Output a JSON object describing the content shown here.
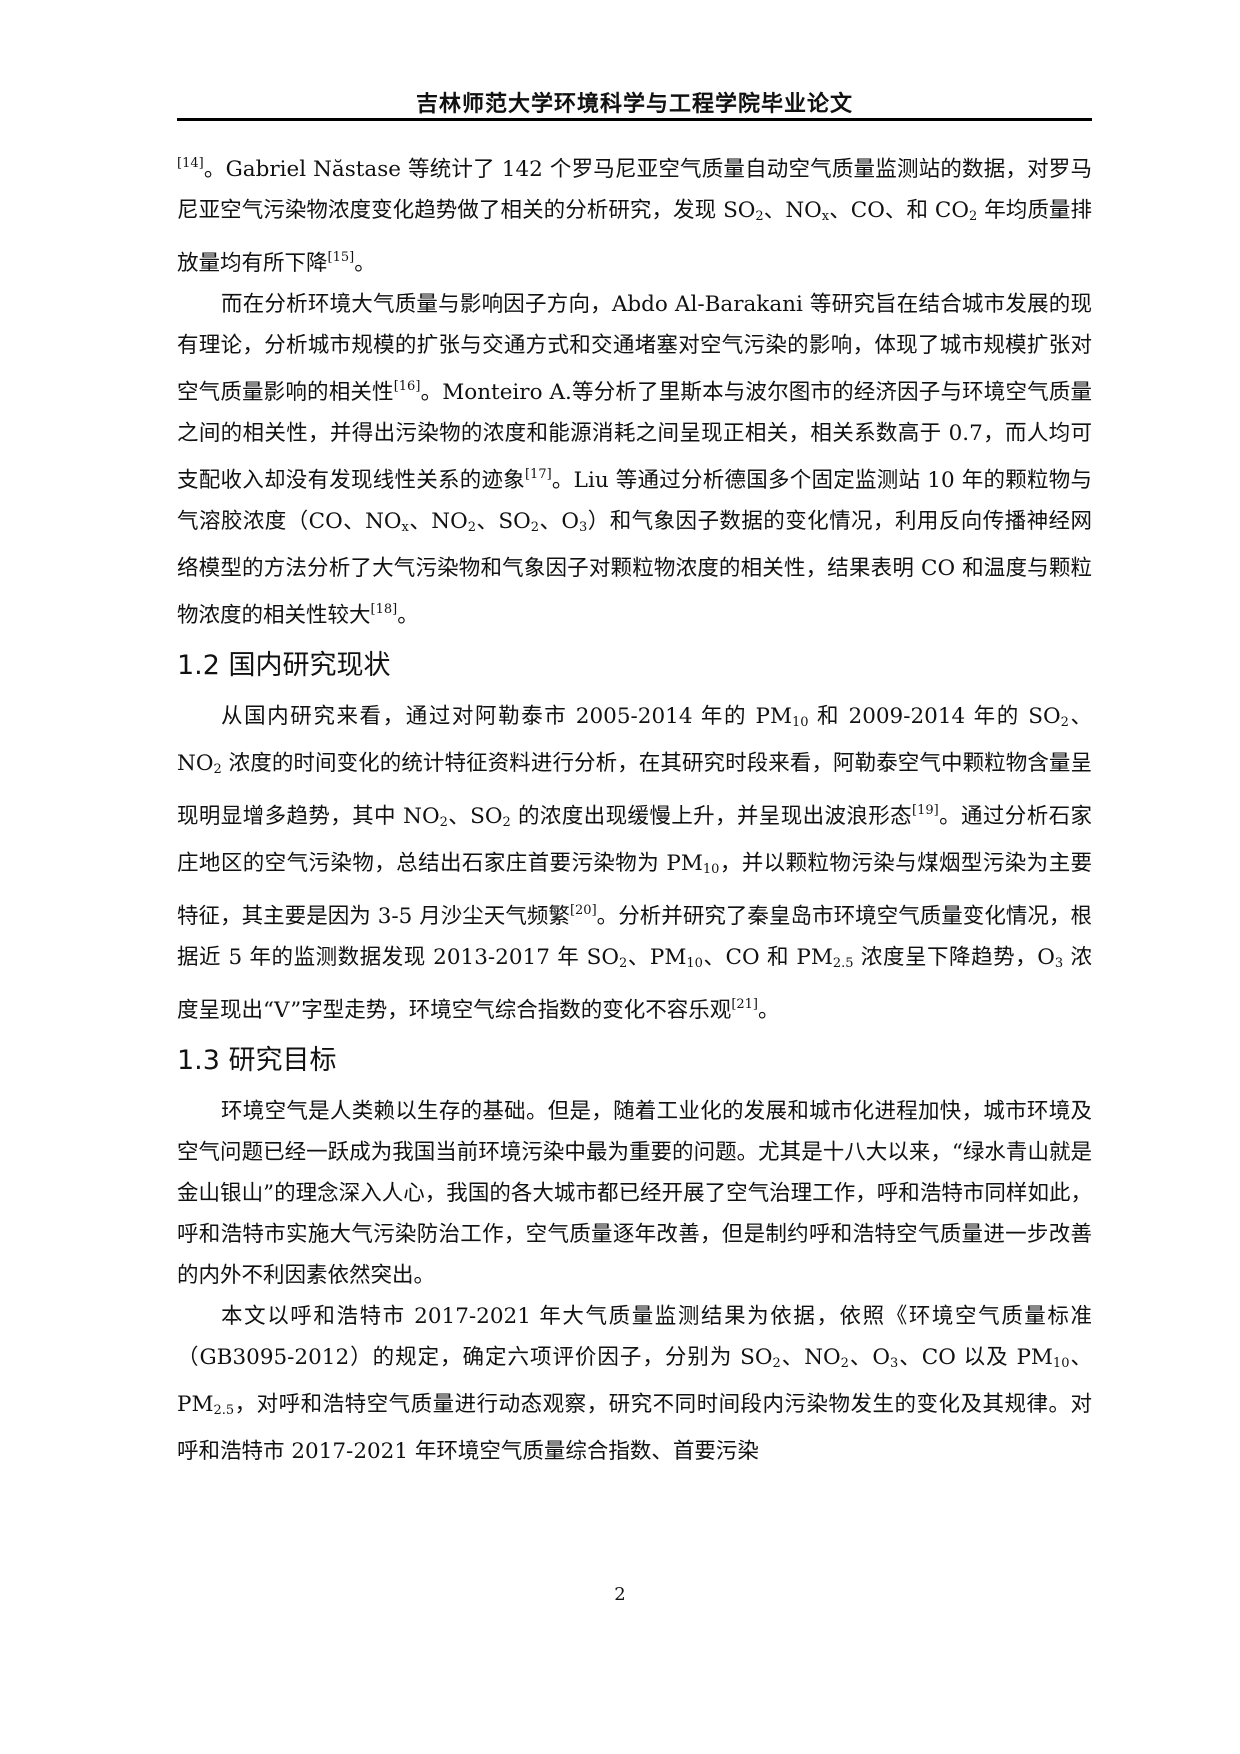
{
  "header": {
    "title": "吉林师范大学环境科学与工程学院毕业论文"
  },
  "paragraphs": [
    {
      "id": "p1",
      "indent": false,
      "segments": [
        {
          "t": "sup",
          "v": "[14]"
        },
        {
          "t": "text",
          "v": "。Gabriel Năstase 等统计了 142 个罗马尼亚空气质量自动空气质量监测站的数据，对罗马尼亚空气污染物浓度变化趋势做了相关的分析研究，发现 SO"
        },
        {
          "t": "sub",
          "v": "2"
        },
        {
          "t": "text",
          "v": "、NO"
        },
        {
          "t": "sub",
          "v": "x"
        },
        {
          "t": "text",
          "v": "、CO、和 CO"
        },
        {
          "t": "sub",
          "v": "2"
        },
        {
          "t": "text",
          "v": " 年均质量排放量均有所下降"
        },
        {
          "t": "sup",
          "v": "[15]"
        },
        {
          "t": "text",
          "v": "。"
        }
      ]
    },
    {
      "id": "p2",
      "indent": true,
      "segments": [
        {
          "t": "text",
          "v": "而在分析环境大气质量与影响因子方向，Abdo Al-Barakani 等研究旨在结合城市发展的现有理论，分析城市规模的扩张与交通方式和交通堵塞对空气污染的影响，体现了城市规模扩张对空气质量影响的相关性"
        },
        {
          "t": "sup",
          "v": "[16]"
        },
        {
          "t": "text",
          "v": "。Monteiro A.等分析了里斯本与波尔图市的经济因子与环境空气质量之间的相关性，并得出污染物的浓度和能源消耗之间呈现正相关，相关系数高于 0.7，而人均可支配收入却没有发现线性关系的迹象"
        },
        {
          "t": "sup",
          "v": "[17]"
        },
        {
          "t": "text",
          "v": "。Liu 等通过分析德国多个固定监测站 10 年的颗粒物与气溶胶浓度（CO、NO"
        },
        {
          "t": "sub",
          "v": "x"
        },
        {
          "t": "text",
          "v": "、NO"
        },
        {
          "t": "sub",
          "v": "2"
        },
        {
          "t": "text",
          "v": "、SO"
        },
        {
          "t": "sub",
          "v": "2"
        },
        {
          "t": "text",
          "v": "、O"
        },
        {
          "t": "sub",
          "v": "3"
        },
        {
          "t": "text",
          "v": "）和气象因子数据的变化情况，利用反向传播神经网络模型的方法分析了大气污染物和气象因子对颗粒物浓度的相关性，结果表明 CO 和温度与颗粒物浓度的相关性较大"
        },
        {
          "t": "sup",
          "v": "[18]"
        },
        {
          "t": "text",
          "v": "。"
        }
      ]
    }
  ],
  "sections": [
    {
      "heading": "1.2 国内研究现状",
      "paragraphs": [
        {
          "id": "p3",
          "indent": true,
          "segments": [
            {
              "t": "text",
              "v": "从国内研究来看，通过对阿勒泰市 2005-2014 年的 PM"
            },
            {
              "t": "sub",
              "v": "10"
            },
            {
              "t": "text",
              "v": " 和 2009-2014 年的 SO"
            },
            {
              "t": "sub",
              "v": "2"
            },
            {
              "t": "text",
              "v": "、NO"
            },
            {
              "t": "sub",
              "v": "2"
            },
            {
              "t": "text",
              "v": " 浓度的时间变化的统计特征资料进行分析，在其研究时段来看，阿勒泰空气中颗粒物含量呈现明显增多趋势，其中 NO"
            },
            {
              "t": "sub",
              "v": "2"
            },
            {
              "t": "text",
              "v": "、SO"
            },
            {
              "t": "sub",
              "v": "2"
            },
            {
              "t": "text",
              "v": " 的浓度出现缓慢上升，并呈现出波浪形态"
            },
            {
              "t": "sup",
              "v": "[19]"
            },
            {
              "t": "text",
              "v": "。通过分析石家庄地区的空气污染物，总结出石家庄首要污染物为 PM"
            },
            {
              "t": "sub",
              "v": "10"
            },
            {
              "t": "text",
              "v": "，并以颗粒物污染与煤烟型污染为主要特征，其主要是因为 3-5 月沙尘天气频繁"
            },
            {
              "t": "sup",
              "v": "[20]"
            },
            {
              "t": "text",
              "v": "。分析并研究了秦皇岛市环境空气质量变化情况，根据近 5 年的监测数据发现 2013-2017 年 SO"
            },
            {
              "t": "sub",
              "v": "2"
            },
            {
              "t": "text",
              "v": "、PM"
            },
            {
              "t": "sub",
              "v": "10"
            },
            {
              "t": "text",
              "v": "、CO 和 PM"
            },
            {
              "t": "sub",
              "v": "2.5"
            },
            {
              "t": "text",
              "v": " 浓度呈下降趋势，O"
            },
            {
              "t": "sub",
              "v": "3"
            },
            {
              "t": "text",
              "v": " 浓度呈现出“V”字型走势，环境空气综合指数的变化不容乐观"
            },
            {
              "t": "sup",
              "v": "[21]"
            },
            {
              "t": "text",
              "v": "。"
            }
          ]
        }
      ]
    },
    {
      "heading": "1.3 研究目标",
      "paragraphs": [
        {
          "id": "p4",
          "indent": true,
          "segments": [
            {
              "t": "text",
              "v": "环境空气是人类赖以生存的基础。但是，随着工业化的发展和城市化进程加快，城市环境及空气问题已经一跃成为我国当前环境污染中最为重要的问题。尤其是十八大以来，“绿水青山就是金山银山”的理念深入人心，我国的各大城市都已经开展了空气治理工作，呼和浩特市同样如此，呼和浩特市实施大气污染防治工作，空气质量逐年改善，但是制约呼和浩特空气质量进一步改善的内外不利因素依然突出。"
            }
          ]
        },
        {
          "id": "p5",
          "indent": true,
          "segments": [
            {
              "t": "text",
              "v": "本文以呼和浩特市 2017-2021 年大气质量监测结果为依据，依照《环境空气质量标准（GB3095-2012）的规定，确定六项评价因子，分别为 SO"
            },
            {
              "t": "sub",
              "v": "2"
            },
            {
              "t": "text",
              "v": "、NO"
            },
            {
              "t": "sub",
              "v": "2"
            },
            {
              "t": "text",
              "v": "、O"
            },
            {
              "t": "sub",
              "v": "3"
            },
            {
              "t": "text",
              "v": "、CO 以及 PM"
            },
            {
              "t": "sub",
              "v": "10"
            },
            {
              "t": "text",
              "v": "、PM"
            },
            {
              "t": "sub",
              "v": "2.5"
            },
            {
              "t": "text",
              "v": "，对呼和浩特空气质量进行动态观察，研究不同时间段内污染物发生的变化及其规律。对呼和浩特市 2017-2021 年环境空气质量综合指数、首要污染"
            }
          ]
        }
      ]
    }
  ],
  "footer": {
    "page_number": "2"
  }
}
